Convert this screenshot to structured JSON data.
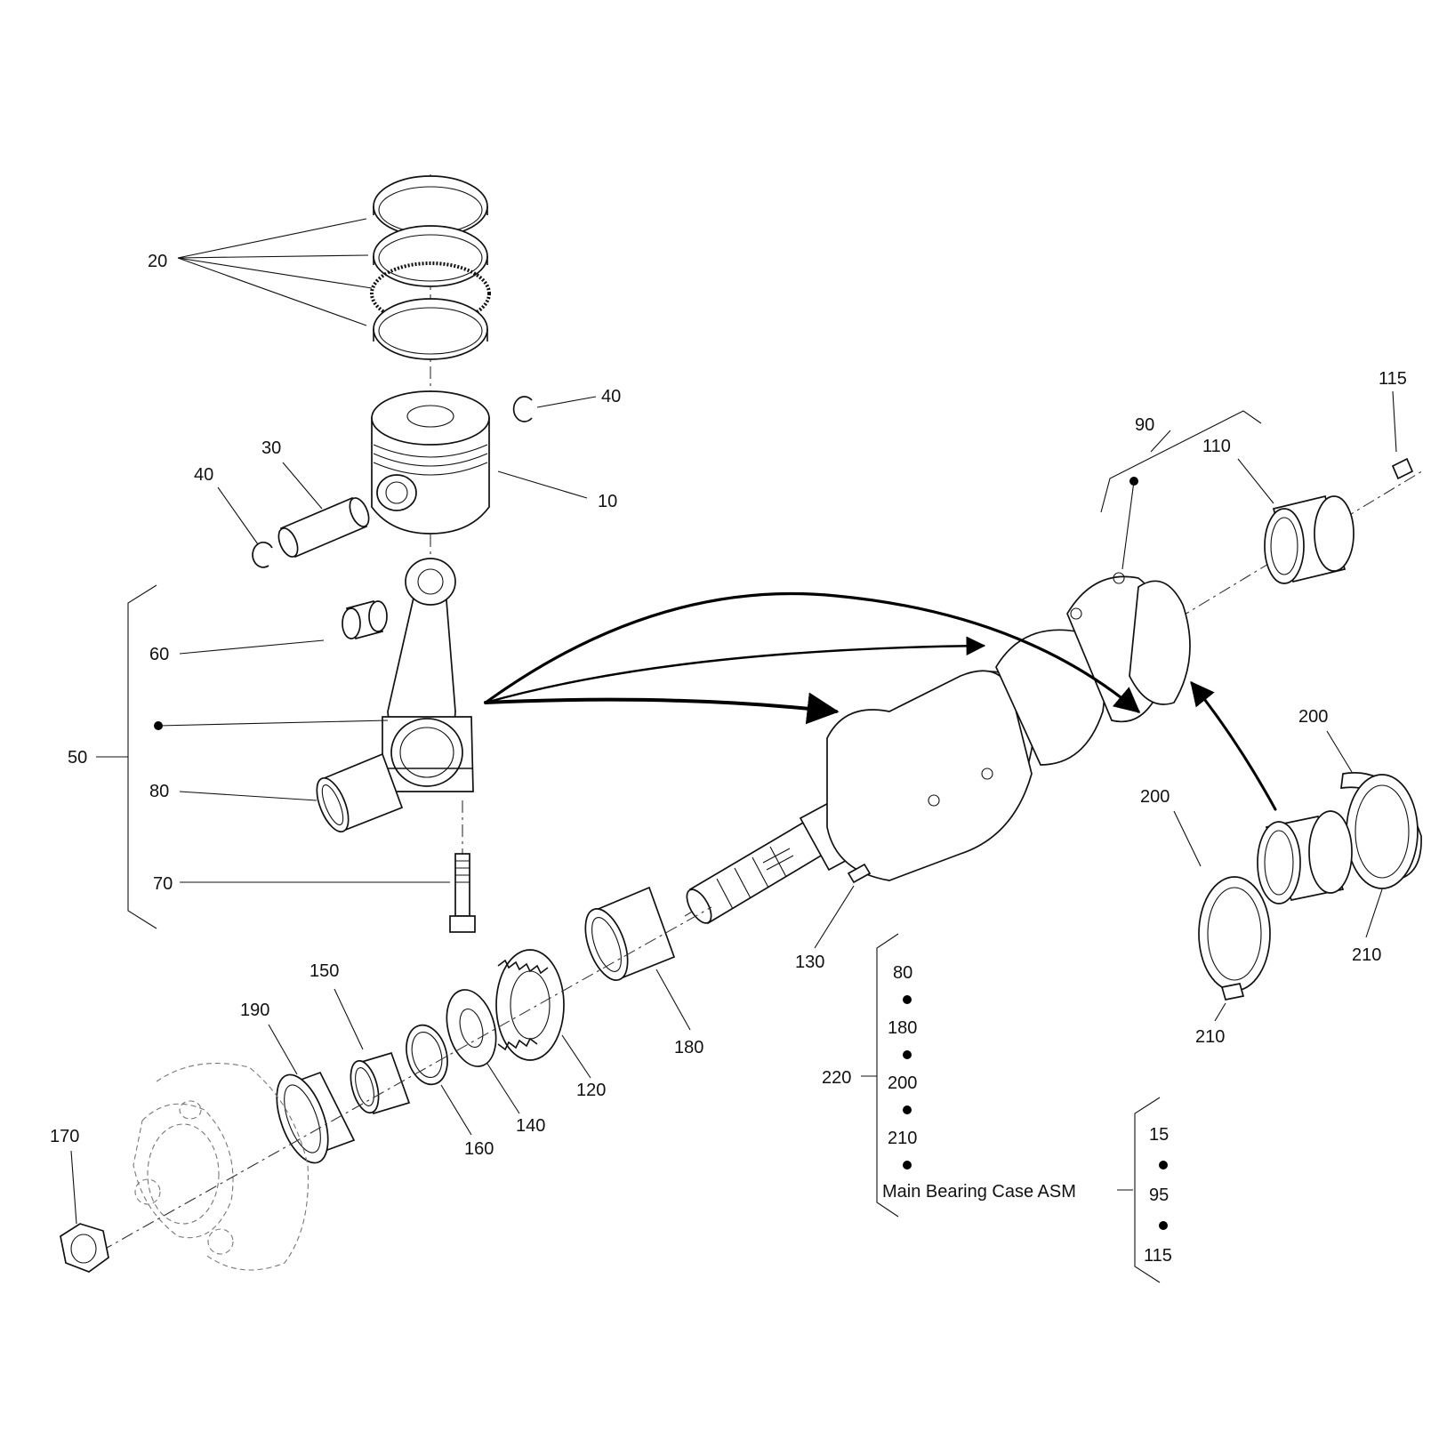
{
  "callouts": {
    "c10": "10",
    "c15": "15",
    "c20": "20",
    "c30": "30",
    "c40a": "40",
    "c40b": "40",
    "c50": "50",
    "c60": "60",
    "c70": "70",
    "c80": "80",
    "c90": "90",
    "c95": "95",
    "c110": "110",
    "c115a": "115",
    "c115b": "115",
    "c120": "120",
    "c130": "130",
    "c140": "140",
    "c150": "150",
    "c160": "160",
    "c170": "170",
    "c180": "180",
    "c190": "190",
    "c200a": "200",
    "c200b": "200",
    "c210a": "210",
    "c210b": "210",
    "c220": "220"
  },
  "kit220": {
    "items": [
      "80",
      "180",
      "200",
      "210"
    ],
    "assembly_label": "Main Bearing Case ASM"
  },
  "asm_sub": {
    "items": [
      "15",
      "95",
      "115"
    ]
  },
  "colors": {
    "line": "#111111",
    "background": "#ffffff"
  }
}
